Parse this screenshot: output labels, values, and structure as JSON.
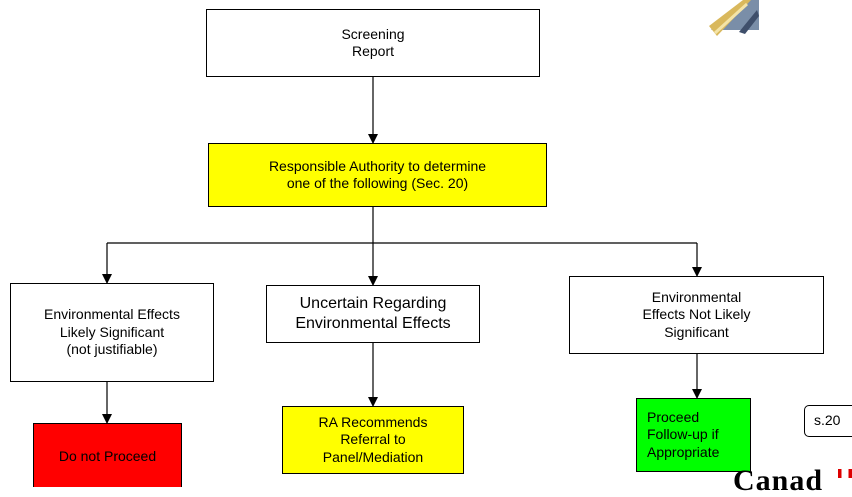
{
  "diagram": {
    "screening_report": "Screening\nReport",
    "responsible_authority": "Responsible Authority to determine\none of the following (Sec. 20)",
    "branches": {
      "left": "Environmental Effects\nLikely Significant\n(not justifiable)",
      "middle": "Uncertain Regarding\nEnvironmental Effects",
      "right": "Environmental\nEffects Not Likely\nSignificant"
    },
    "outcomes": {
      "left": "Do not Proceed",
      "middle": "RA Recommends\nReferral to\nPanel/Mediation",
      "right": "Proceed\nFollow-up if\nAppropriate"
    },
    "section_label": "s.20",
    "wordmark": "Canad"
  },
  "colors": {
    "yellow": "#ffff00",
    "red": "#ff0000",
    "green": "#00ff00",
    "border": "#000000"
  }
}
